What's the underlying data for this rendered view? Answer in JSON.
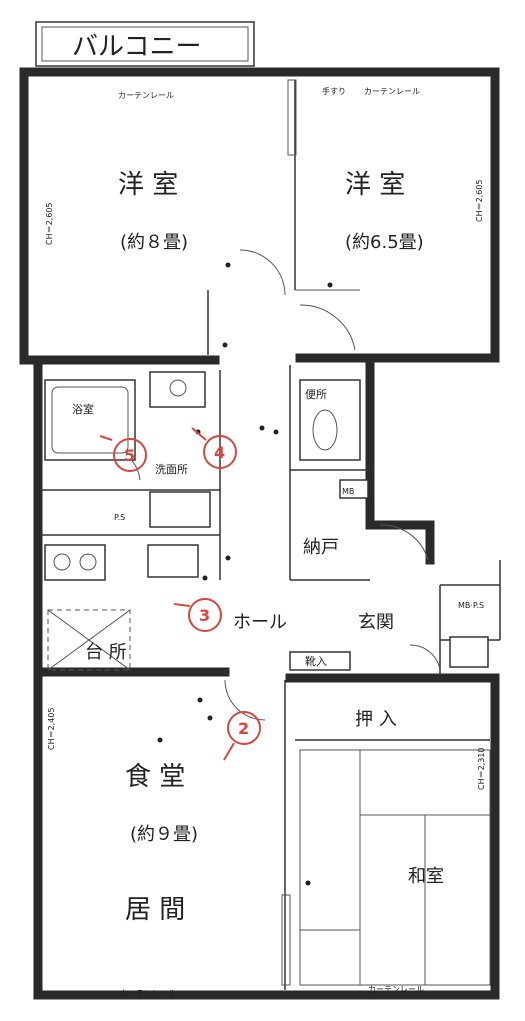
{
  "balcony": {
    "label": "バルコニー"
  },
  "rooms": {
    "western_left": {
      "name": "洋 室",
      "size": "(約８畳)"
    },
    "western_right": {
      "name": "洋 室",
      "size": "(約6.5畳)"
    },
    "bath": {
      "name": "浴室"
    },
    "washroom": {
      "name": "洗面所"
    },
    "toilet": {
      "name": "便所"
    },
    "storage": {
      "name": "納戸"
    },
    "mb": {
      "name": "MB"
    },
    "hall": {
      "name": "ホール"
    },
    "entrance": {
      "name": "玄関"
    },
    "mbps": {
      "name": "MB·P.S"
    },
    "kitchen": {
      "name": "台 所"
    },
    "shoe_box": {
      "name": "靴入"
    },
    "closet": {
      "name": "押 入"
    },
    "dining": {
      "name": "食 堂",
      "size": "(約９畳)"
    },
    "living": {
      "name": "居 間"
    },
    "japanese": {
      "name": "和室"
    }
  },
  "labels": {
    "curtain_rail": "カーテンレール",
    "handrail": "手すり",
    "ps": "P.S",
    "ch_left_upper": "CH＝2,605",
    "ch_right_upper": "CH＝2,605",
    "ch_left_lower": "CH＝2,405",
    "ch_right_lower": "CH＝2,310"
  },
  "markers": [
    "5",
    "4",
    "3",
    "2"
  ],
  "colors": {
    "wall": "#2a2a2a",
    "marker": "#d8463e",
    "paper": "#ffffff"
  }
}
